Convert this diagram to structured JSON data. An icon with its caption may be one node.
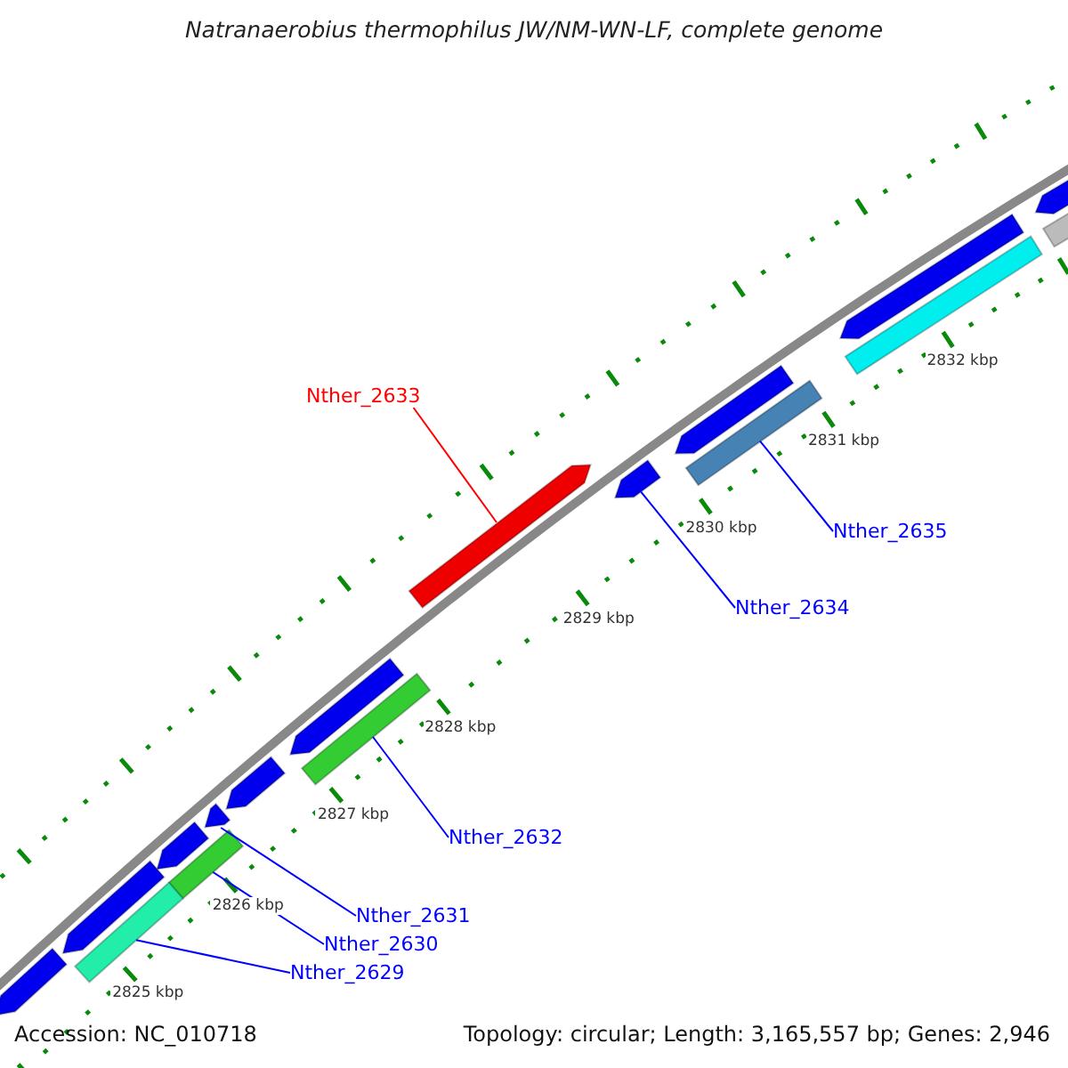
{
  "diagram": {
    "title": "Natranaerobius thermophilus JW/NM-WN-LF, complete genome",
    "nodes": [
      {
        "text": [
          "Nther_2633"
        ]
      },
      {
        "text": [],
        "shape": "pentagon"
      },
      {
        "text": [],
        "shape": "pentagon"
      },
      {
        "text": [],
        "shape": "bar"
      },
      {
        "text": [
          "Nther_2635"
        ]
      },
      {
        "text": [
          "Nther_2634"
        ]
      },
      {
        "text": [],
        "shape": "bar"
      },
      {
        "text": [],
        "shape": "pentagon"
      },
      {
        "text": [],
        "shape": "bar"
      },
      {
        "text": [],
        "shape": "bar"
      },
      {
        "text": [
          "Nther_2632"
        ]
      },
      {
        "text": [
          "Nther_2631"
        ]
      },
      {
        "text": [
          "Nther_2630"
        ]
      },
      {
        "text": [
          "Nther_2629"
        ]
      },
      {
        "text": [],
        "shape": "pentagon"
      },
      {
        "text": [],
        "shape": "pentagon"
      },
      {
        "text": [],
        "shape": "pentagon"
      },
      {
        "text": [],
        "shape": "pentagon"
      },
      {
        "text": [],
        "shape": "pentagon"
      },
      {
        "text": [],
        "shape": "pentagon"
      },
      {
        "text": [],
        "shape": "pentagon"
      },
      {
        "text": [],
        "shape": "pentagon"
      },
      {
        "text": [],
        "shape": "bar"
      },
      {
        "text": [],
        "shape": "bar"
      }
    ],
    "edges": [
      {
        "from": 0,
        "to": 1,
        "arrow": "none",
        "color": "#ff0000"
      },
      {
        "from": 4,
        "to": 3,
        "arrow": "none"
      },
      {
        "from": 5,
        "to": 2,
        "arrow": "none"
      },
      {
        "from": 10,
        "to": 6,
        "arrow": "none"
      },
      {
        "from": 11,
        "to": 7,
        "arrow": "none"
      },
      {
        "from": 12,
        "to": 8,
        "arrow": "none"
      },
      {
        "from": 13,
        "to": 9,
        "arrow": "none"
      }
    ],
    "labels": [
      "2825 kbp",
      "2826 kbp",
      "2827 kbp",
      "2828 kbp",
      "2829 kbp",
      "2830 kbp",
      "2831 kbp",
      "2832 kbp",
      "Accession: NC_010718",
      "Topology: circular; Length: 3,165,557 bp; Genes: 2,946"
    ]
  }
}
